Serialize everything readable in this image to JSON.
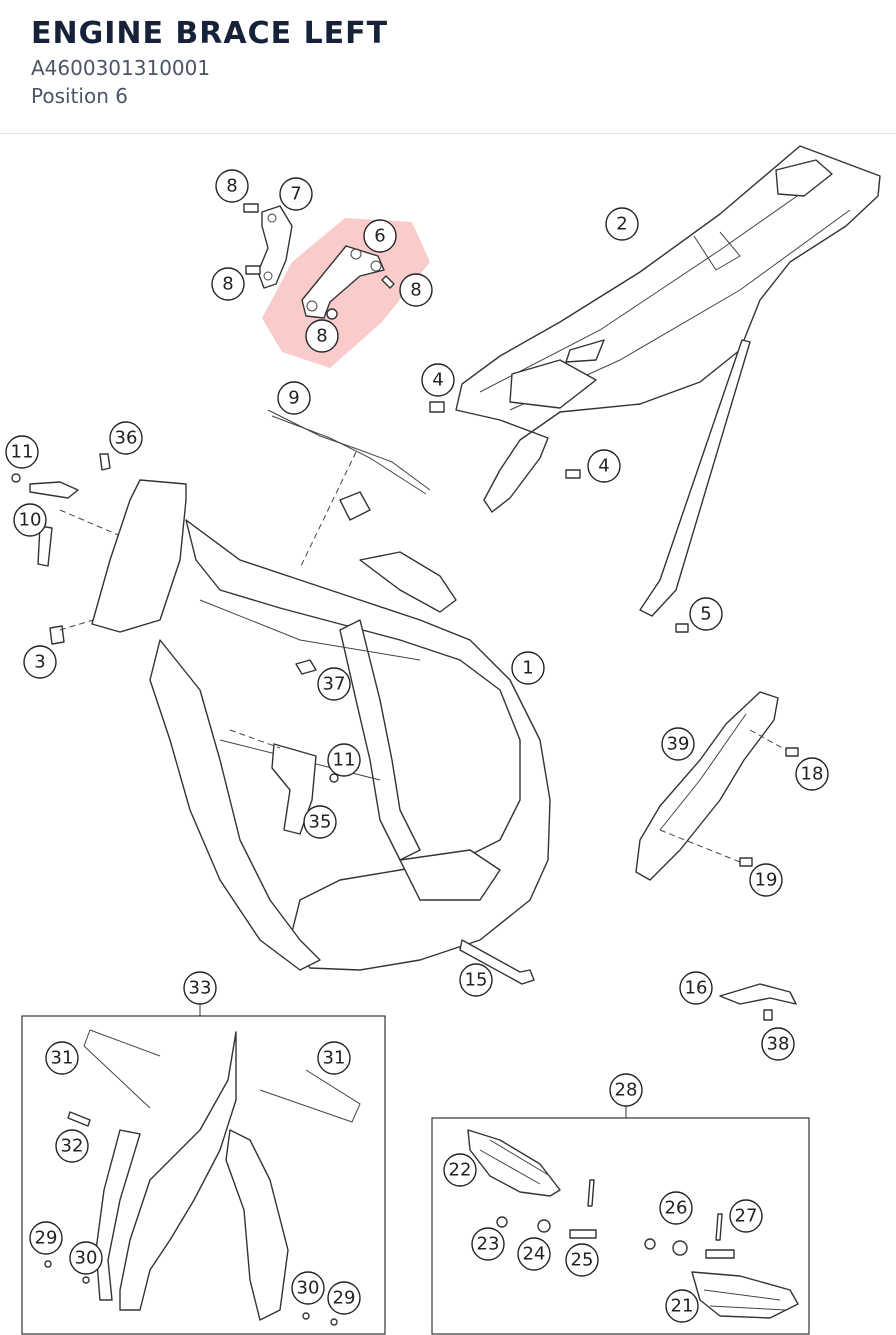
{
  "header": {
    "title": "ENGINE BRACE LEFT",
    "part_number": "A4600301310001",
    "position": "Position 6"
  },
  "highlight_color": "#f4a0a0",
  "callouts": [
    {
      "n": "8"
    },
    {
      "n": "7"
    },
    {
      "n": "6"
    },
    {
      "n": "8"
    },
    {
      "n": "8"
    },
    {
      "n": "8"
    },
    {
      "n": "2"
    },
    {
      "n": "4"
    },
    {
      "n": "4"
    },
    {
      "n": "9"
    },
    {
      "n": "11"
    },
    {
      "n": "36"
    },
    {
      "n": "10"
    },
    {
      "n": "3"
    },
    {
      "n": "37"
    },
    {
      "n": "1"
    },
    {
      "n": "5"
    },
    {
      "n": "11"
    },
    {
      "n": "35"
    },
    {
      "n": "39"
    },
    {
      "n": "18"
    },
    {
      "n": "19"
    },
    {
      "n": "15"
    },
    {
      "n": "16"
    },
    {
      "n": "38"
    },
    {
      "n": "33"
    },
    {
      "n": "31"
    },
    {
      "n": "31"
    },
    {
      "n": "32"
    },
    {
      "n": "29"
    },
    {
      "n": "30"
    },
    {
      "n": "30"
    },
    {
      "n": "29"
    },
    {
      "n": "28"
    },
    {
      "n": "22"
    },
    {
      "n": "26"
    },
    {
      "n": "27"
    },
    {
      "n": "23"
    },
    {
      "n": "24"
    },
    {
      "n": "25"
    },
    {
      "n": "21"
    }
  ]
}
